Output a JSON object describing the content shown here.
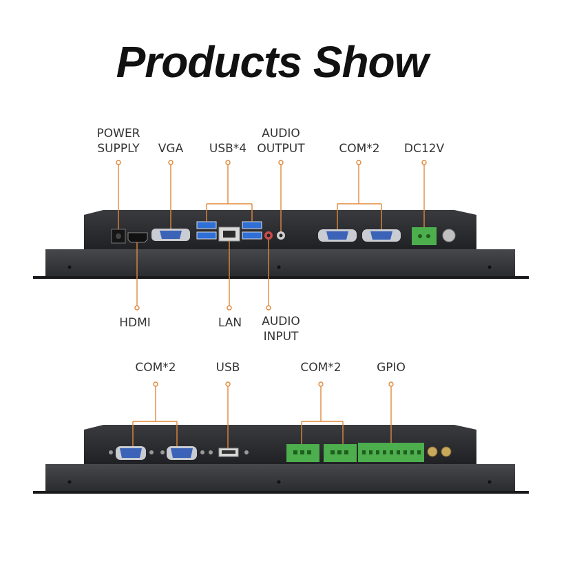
{
  "title": "Products Show",
  "top_panel": {
    "labels_above": {
      "power_supply": [
        "POWER",
        "SUPPLY"
      ],
      "vga": "VGA",
      "usb4": "USB*4",
      "audio_output": [
        "AUDIO",
        "OUTPUT"
      ],
      "com2": "COM*2",
      "dc12v": "DC12V"
    },
    "labels_below": {
      "hdmi": "HDMI",
      "lan": "LAN",
      "audio_input": [
        "AUDIO",
        "INPUT"
      ]
    }
  },
  "bottom_panel": {
    "labels_above": {
      "com2_left": "COM*2",
      "usb": "USB",
      "com2_right": "COM*2",
      "gpio": "GPIO"
    }
  },
  "colors": {
    "callout": "#e0883a",
    "chassis": "#2b2c2f",
    "port_blue": "#3b63b8",
    "terminal_green": "#4cae4c"
  }
}
